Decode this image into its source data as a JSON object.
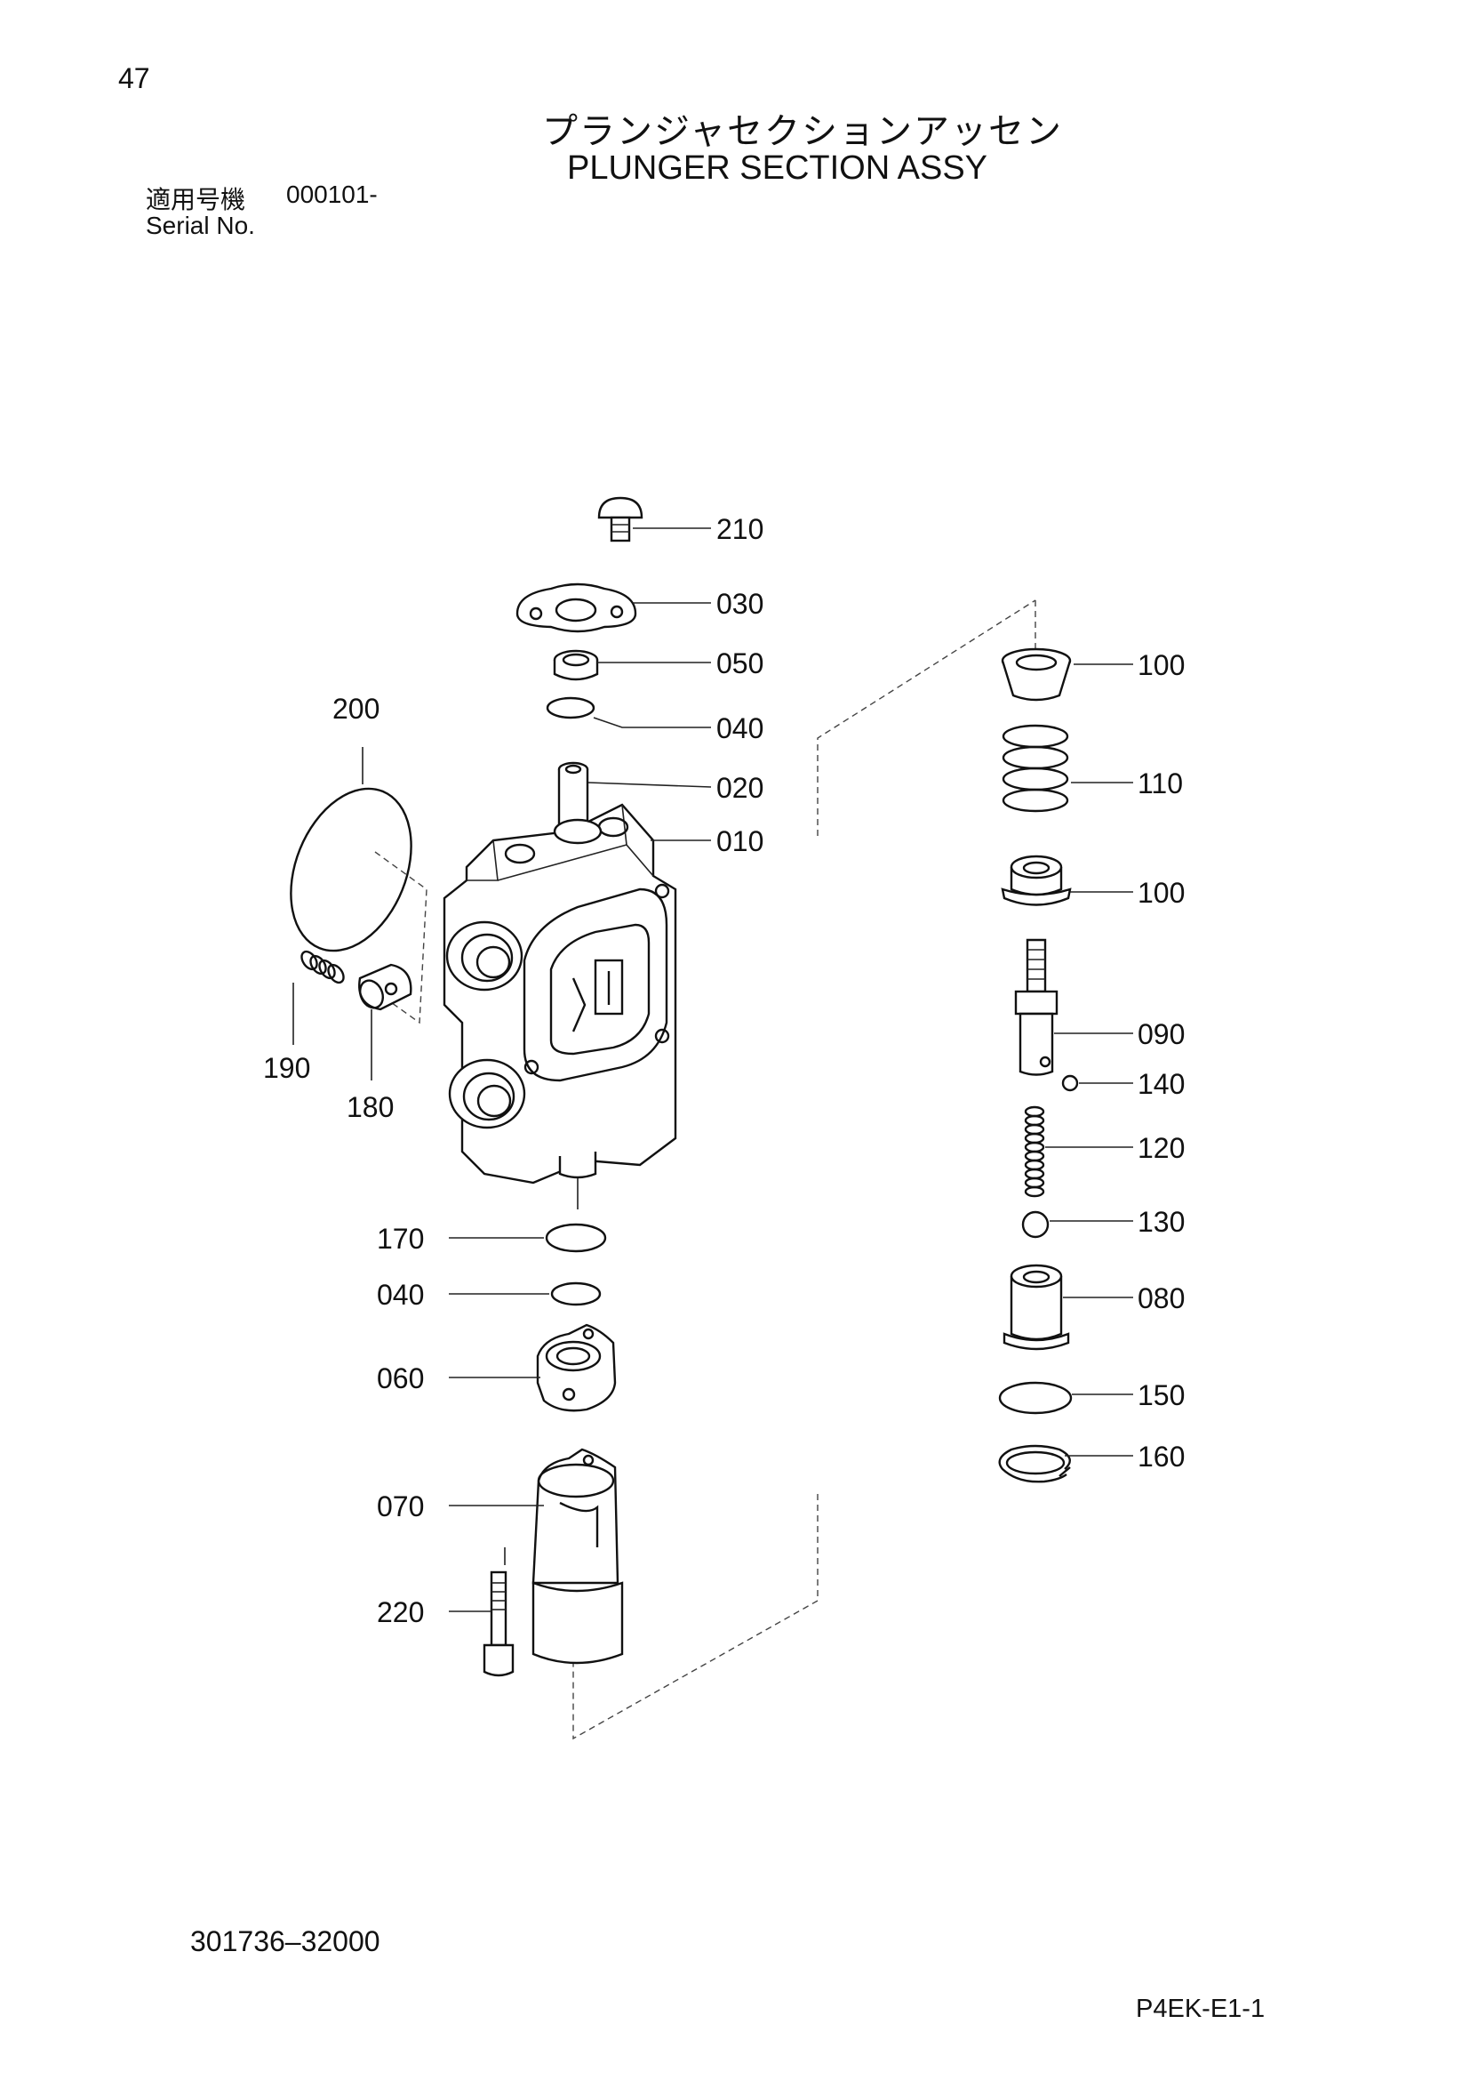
{
  "header": {
    "page_number": "47",
    "title_jp": "プランジャセクションアッセン",
    "title_en": "PLUNGER SECTION ASSY",
    "serial_label_jp": "適用号機",
    "serial_value": "000101-",
    "serial_label_en": "Serial No."
  },
  "callouts": {
    "p210": "210",
    "p030": "030",
    "p050": "050",
    "p040a": "040",
    "p020": "020",
    "p010": "010",
    "p200": "200",
    "p190": "190",
    "p180": "180",
    "p170": "170",
    "p040b": "040",
    "p060": "060",
    "p070": "070",
    "p220": "220",
    "p100a": "100",
    "p110": "110",
    "p100b": "100",
    "p090": "090",
    "p140": "140",
    "p120": "120",
    "p130": "130",
    "p080": "080",
    "p150": "150",
    "p160": "160"
  },
  "footer": {
    "part_number": "301736–32000",
    "page_code": "P4EK-E1-1"
  }
}
